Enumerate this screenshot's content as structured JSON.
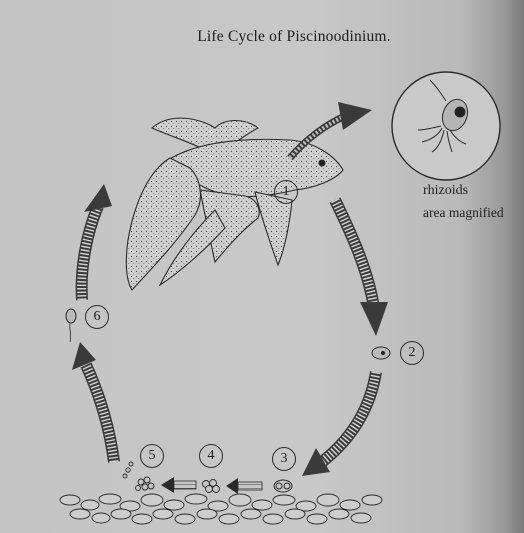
{
  "title": "Life Cycle of Piscinoodinium.",
  "magnified_note": {
    "line1": "rhizoids",
    "line2": "area magnified"
  },
  "stages": [
    {
      "number": "1"
    },
    {
      "number": "2"
    },
    {
      "number": "3"
    },
    {
      "number": "4"
    },
    {
      "number": "5"
    },
    {
      "number": "6"
    }
  ],
  "colors": {
    "background": "#c4c4c4",
    "ink": "#1c1c1c"
  }
}
